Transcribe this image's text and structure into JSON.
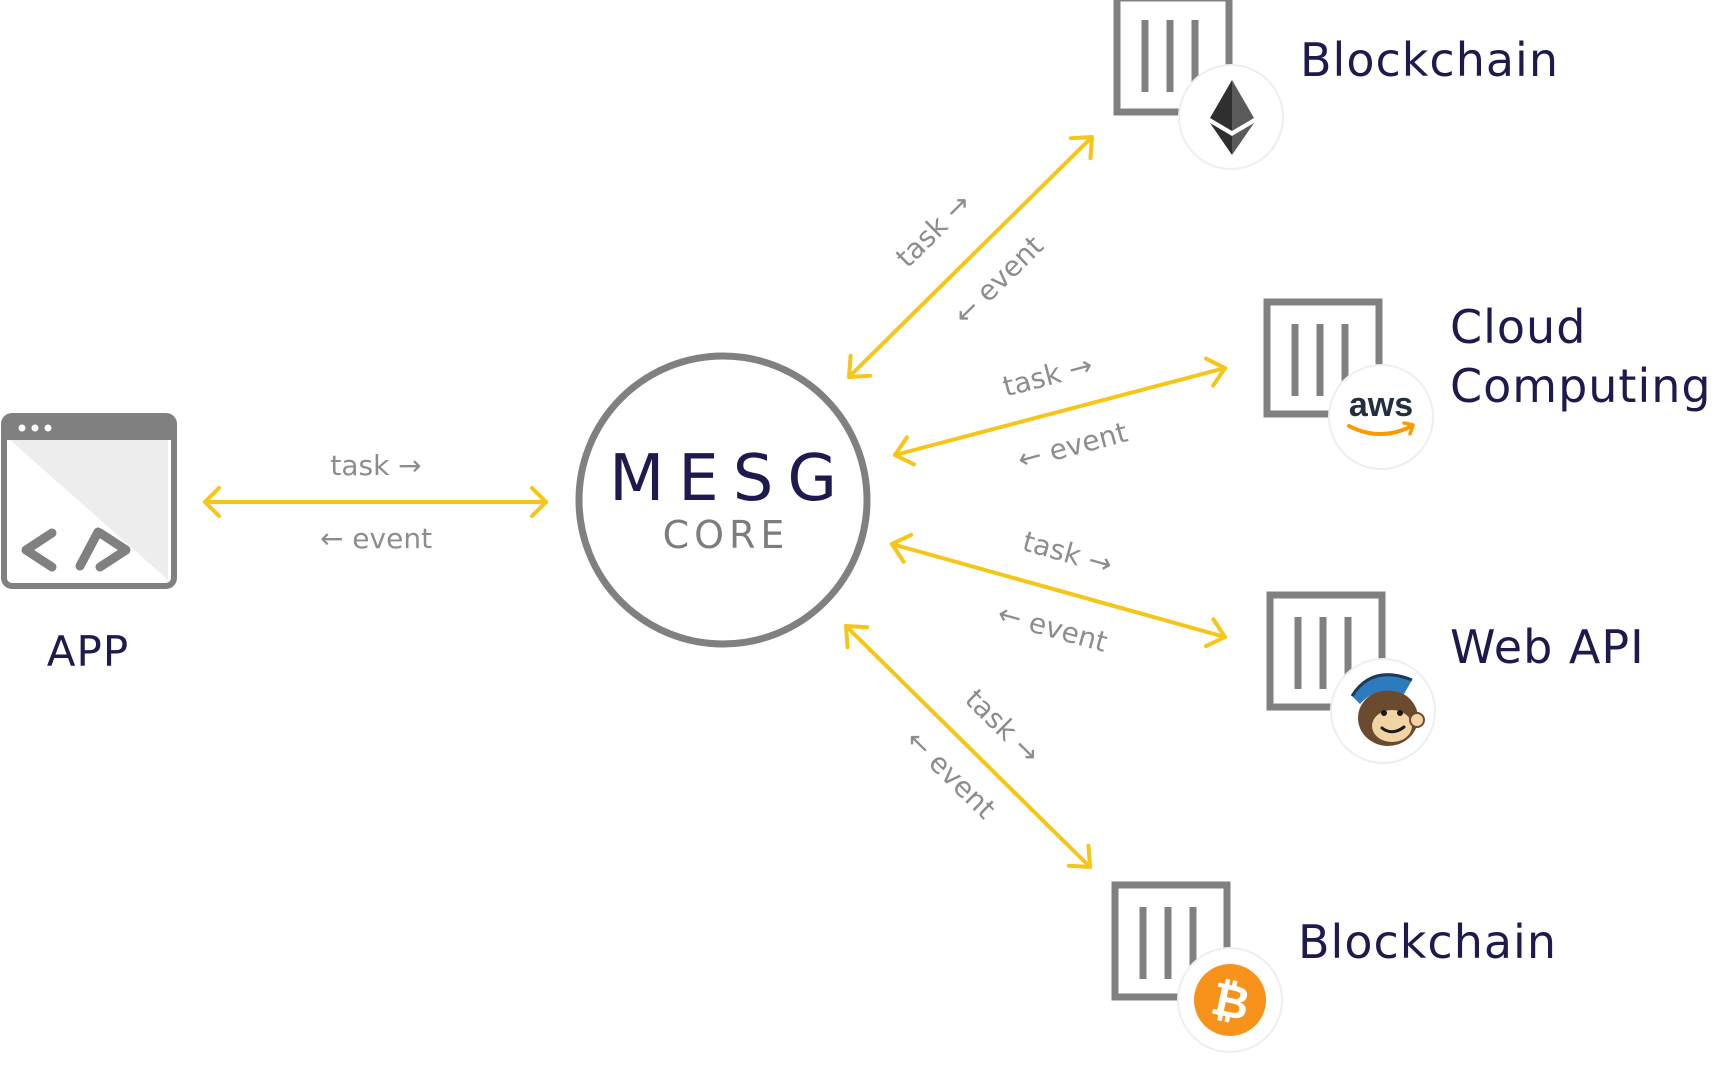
{
  "core": {
    "title": "MESG",
    "subtitle": "CORE"
  },
  "app": {
    "label": "APP",
    "icon": "code-window-icon"
  },
  "colors": {
    "arrow": "#f5c518",
    "gray": "#808080",
    "label_text": "#8d8d8d",
    "dark_text": "#1f1a4e"
  },
  "flow": {
    "task": "task →",
    "event": "← event"
  },
  "services": [
    {
      "label": "Blockchain",
      "icon": "ethereum-icon"
    },
    {
      "label_line1": "Cloud",
      "label_line2": "Computing",
      "icon": "aws-icon",
      "icon_text": "aws"
    },
    {
      "label": "Web API",
      "icon": "mailchimp-icon"
    },
    {
      "label": "Blockchain",
      "icon": "bitcoin-icon"
    }
  ]
}
